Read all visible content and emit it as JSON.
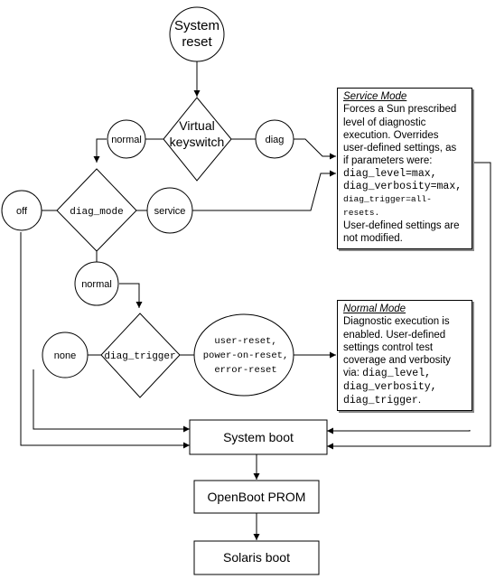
{
  "nodes": {
    "system_reset": [
      "System",
      "reset"
    ],
    "virtual_keyswitch": [
      "Virtual",
      "keyswitch"
    ],
    "diag_mode": "diag_mode",
    "diag_trigger": "diag_trigger",
    "normal_1": "normal",
    "diag": "diag",
    "off": "off",
    "service": "service",
    "normal_2": "normal",
    "none": "none",
    "trigger_values": [
      "user-reset,",
      "power-on-reset,",
      "error-reset"
    ],
    "system_boot": "System boot",
    "openboot_prom": "OpenBoot PROM",
    "solaris_boot": "Solaris boot"
  },
  "service_mode": {
    "title": "Service Mode",
    "lines": [
      "Forces a Sun prescribed",
      "level of diagnostic",
      "execution.  Overrides",
      "user-defined settings, as",
      "if parameters were:"
    ],
    "params": [
      "diag_level=max,",
      "diag_verbosity=max,"
    ],
    "params_small": "diag_trigger=all-resets.",
    "footer": [
      "User-defined settings are",
      "not modified."
    ]
  },
  "normal_mode": {
    "title": "Normal Mode",
    "lines": [
      "Diagnostic execution is",
      "enabled.  User-defined",
      "settings control test",
      "coverage and verbosity"
    ],
    "via": "via: ",
    "params": [
      "diag_level,",
      "diag_verbosity,"
    ],
    "last": "diag_trigger",
    "last_end": "."
  }
}
